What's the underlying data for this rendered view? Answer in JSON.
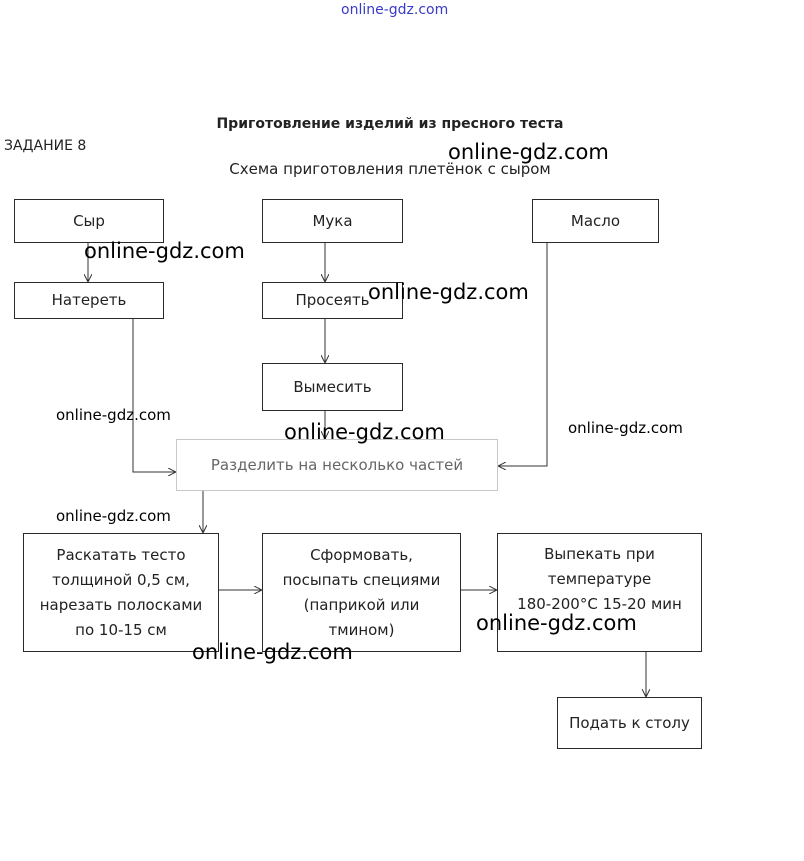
{
  "header": {
    "source_mark": "online-gdz.com",
    "title": "Приготовление изделий из пресного теста",
    "task_label": "ЗАДАНИЕ 8",
    "subtitle": "Схема приготовления плетёнок с сыром"
  },
  "nodes": {
    "cheese": "Сыр",
    "flour": "Мука",
    "butter": "Масло",
    "grate": "Натереть",
    "sift": "Просеять",
    "knead": "Вымесить",
    "divide": "Разделить на несколько частей",
    "roll": [
      "Раскатать тесто",
      "толщиной 0,5 см,",
      "нарезать полосками",
      "по 10-15 см"
    ],
    "shape": [
      "Сформовать,",
      "посыпать специями",
      "(паприкой или",
      "тмином)"
    ],
    "bake": [
      "Выпекать при",
      "температуре",
      "180-200°С 15-20 мин"
    ],
    "serve": "Подать к столу"
  },
  "watermarks": [
    "online-gdz.com",
    "online-gdz.com",
    "online-gdz.com",
    "online-gdz.com",
    "online-gdz.com",
    "online-gdz.com",
    "online-gdz.com",
    "online-gdz.com",
    "online-gdz.com"
  ]
}
